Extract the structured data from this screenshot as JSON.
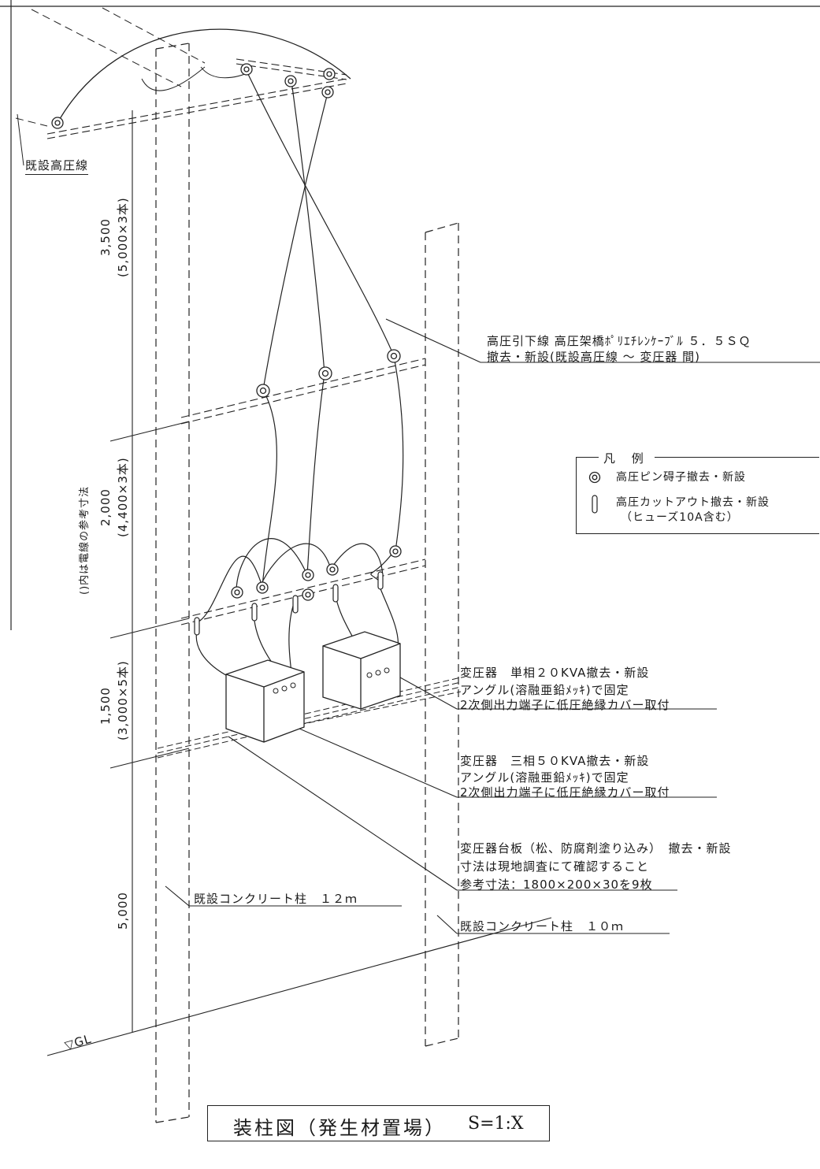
{
  "existing_hv_line": "既設高圧線",
  "dim_reference_note": "()内は電線の参考寸法",
  "dimensions": [
    {
      "value": "3,500",
      "ref": "(5,000×3本)"
    },
    {
      "value": "2,000",
      "ref": "(4,400×3本)"
    },
    {
      "value": "1,500",
      "ref": "(3,000×5本)"
    },
    {
      "value": "5,000",
      "ref": ""
    }
  ],
  "ground_level": "▽GL",
  "callouts": {
    "drop_wire": {
      "line1": "高圧引下線 高圧架橋ﾎﾟﾘｴﾁﾚﾝｹｰﾌﾞﾙ ５．５ＳＱ",
      "line2": "撤去・新設(既設高圧線 ～ 変圧器 間)"
    },
    "transformer_single": {
      "line1": "変圧器　単相２０KVA撤去・新設",
      "line2": "アングル(溶融亜鉛ﾒｯｷ)で固定",
      "line3": "2次側出力端子に低圧絶縁カバー取付"
    },
    "transformer_three": {
      "line1": "変圧器　三相５０KVA撤去・新設",
      "line2": "アングル(溶融亜鉛ﾒｯｷ)で固定",
      "line3": "2次側出力端子に低圧絶縁カバー取付"
    },
    "base_plate": {
      "line1": "変圧器台板（松、防腐剤塗り込み）　撤去・新設",
      "line2": "寸法は現地調査にて確認すること",
      "line3": "参考寸法：1800×200×30を9枚"
    },
    "pole_12m": "既設コンクリート柱　１２ｍ",
    "pole_10m": "既設コンクリート柱　１０ｍ"
  },
  "legend": {
    "title": "凡 例",
    "items": [
      {
        "icon": "pin-insulator-icon",
        "label": "高圧ピン碍子撤去・新設"
      },
      {
        "icon": "cutout-icon",
        "label": "高圧カットアウト撤去・新設",
        "sub": "（ヒューズ10A含む）"
      }
    ]
  },
  "title_block": {
    "title": "装柱図（発生材置場）",
    "scale": "S=1:X"
  }
}
